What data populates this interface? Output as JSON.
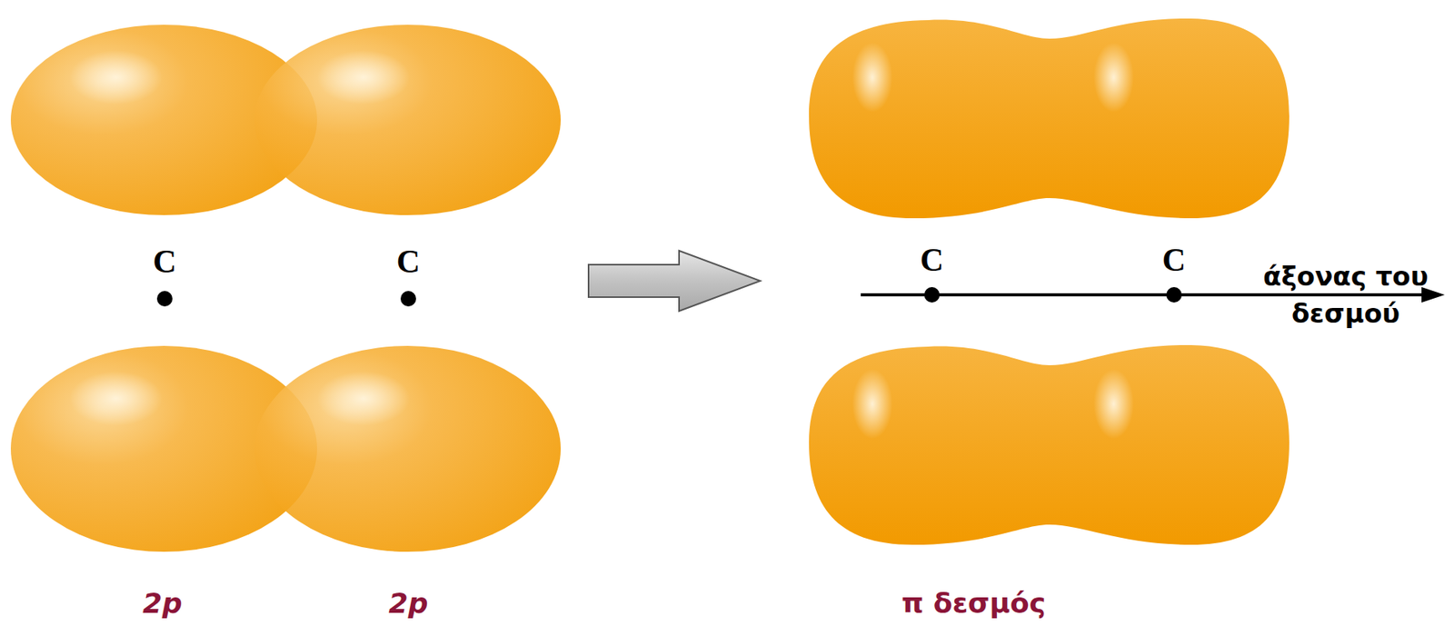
{
  "diagram": {
    "labels": [
      "C",
      "C",
      "C",
      "C",
      "άξονας του δεσμού",
      "2p",
      "2p",
      "π δεσμός"
    ]
  }
}
